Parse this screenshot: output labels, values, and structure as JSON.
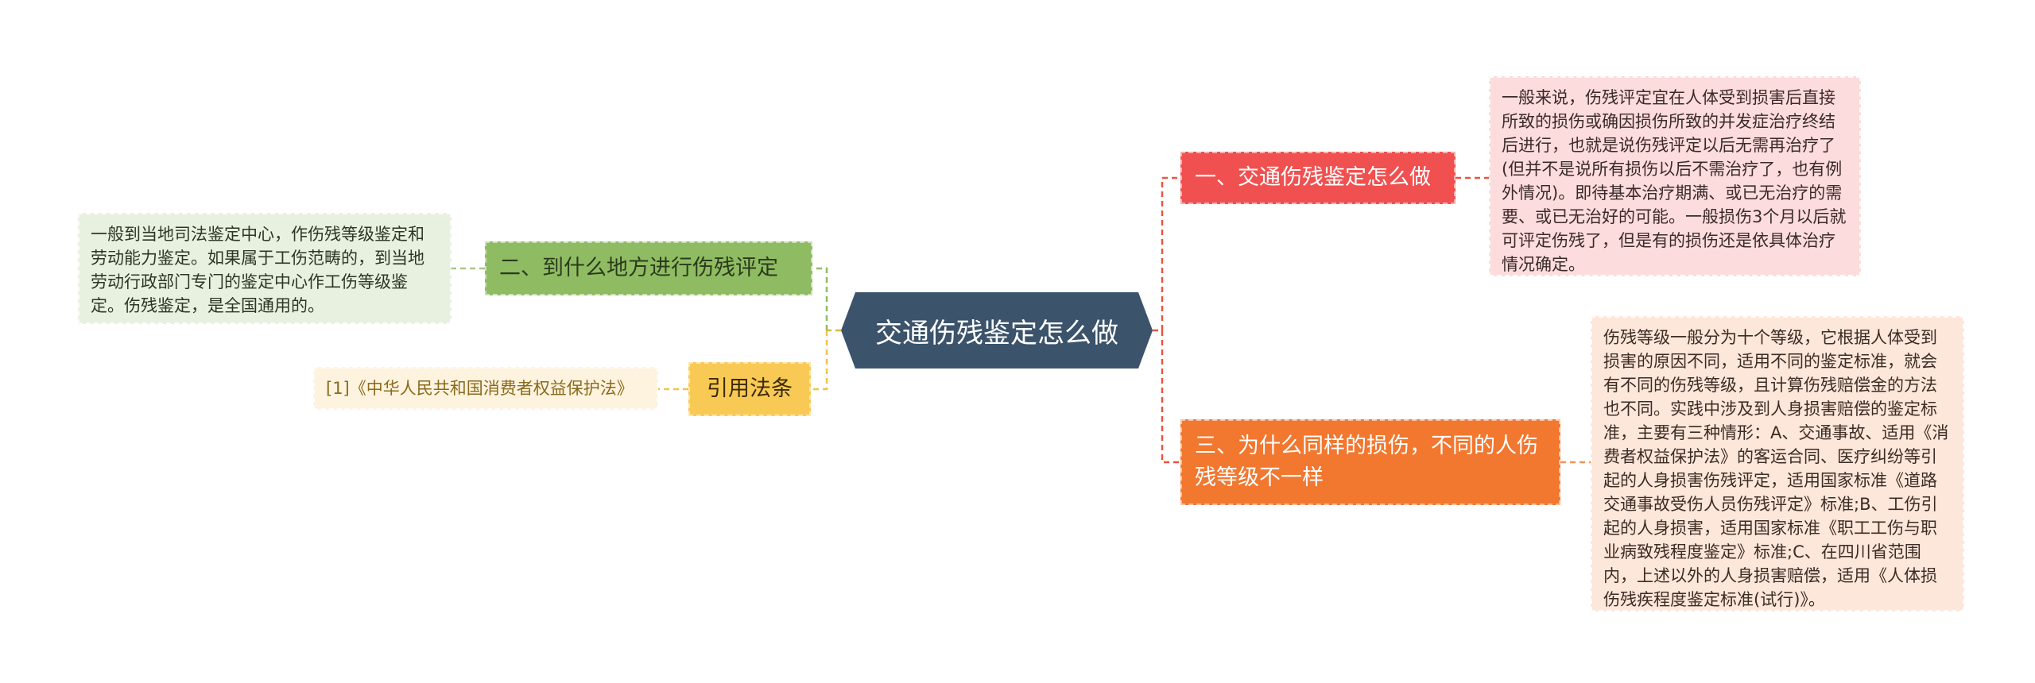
{
  "colors": {
    "root": "#3b536b",
    "branch_1": "#f05050",
    "branch_2": "#8fbc62",
    "branch_3": "#f2772f",
    "branch_cite": "#f9c955",
    "leaf_1": "#fcdcdc",
    "leaf_2": "#e8f0df",
    "leaf_3": "#fde6da",
    "leaf_cite": "#fdf3de"
  },
  "mindmap": {
    "root": "交通伤残鉴定怎么做",
    "branches": [
      {
        "title": "一、交通伤残鉴定怎么做",
        "detail": "一般来说，伤残评定宜在人体受到损害后直接所致的损伤或确因损伤所致的并发症治疗终结后进行，也就是说伤残评定以后无需再治疗了(但并不是说所有损伤以后不需治疗了，也有例外情况)。即待基本治疗期满、或已无治疗的需要、或已无治好的可能。一般损伤3个月以后就可评定伤残了，但是有的损伤还是依具体治疗情况确定。"
      },
      {
        "title": "二、到什么地方进行伤残评定",
        "detail": "一般到当地司法鉴定中心，作伤残等级鉴定和劳动能力鉴定。如果属于工伤范畴的，到当地劳动行政部门专门的鉴定中心作工伤等级鉴定。伤残鉴定，是全国通用的。"
      },
      {
        "title": "三、为什么同样的损伤，不同的人伤残等级不一样",
        "detail": "伤残等级一般分为十个等级，它根据人体受到损害的原因不同，适用不同的鉴定标准，就会有不同的伤残等级，且计算伤残赔偿金的方法也不同。实践中涉及到人身损害赔偿的鉴定标准，主要有三种情形：A、交通事故、适用《消费者权益保护法》的客运合同、医疗纠纷等引起的人身损害伤残评定，适用国家标准《道路交通事故受伤人员伤残评定》标准;B、工伤引起的人身损害，适用国家标准《职工工伤与职业病致残程度鉴定》标准;C、在四川省范围内，上述以外的人身损害赔偿，适用《人体损伤残疾程度鉴定标准(试行)》。"
      },
      {
        "title": "引用法条",
        "detail": "[1]《中华人民共和国消费者权益保护法》"
      }
    ]
  }
}
